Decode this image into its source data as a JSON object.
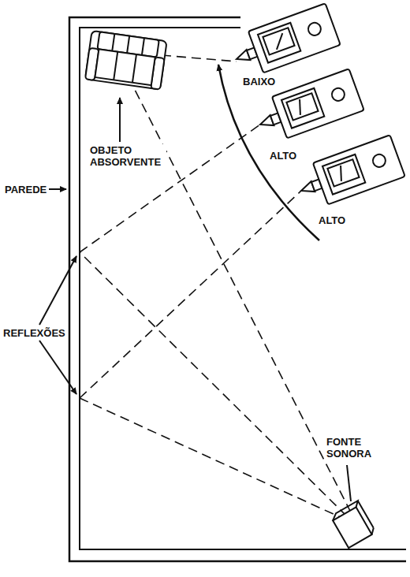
{
  "diagram": {
    "labels": [
      "BAIXO",
      "ALTO",
      "ALTO",
      "OBJETO ABSORVENTE",
      "PAREDE",
      "REFLEXÕES",
      "FONTE SONORA"
    ]
  }
}
